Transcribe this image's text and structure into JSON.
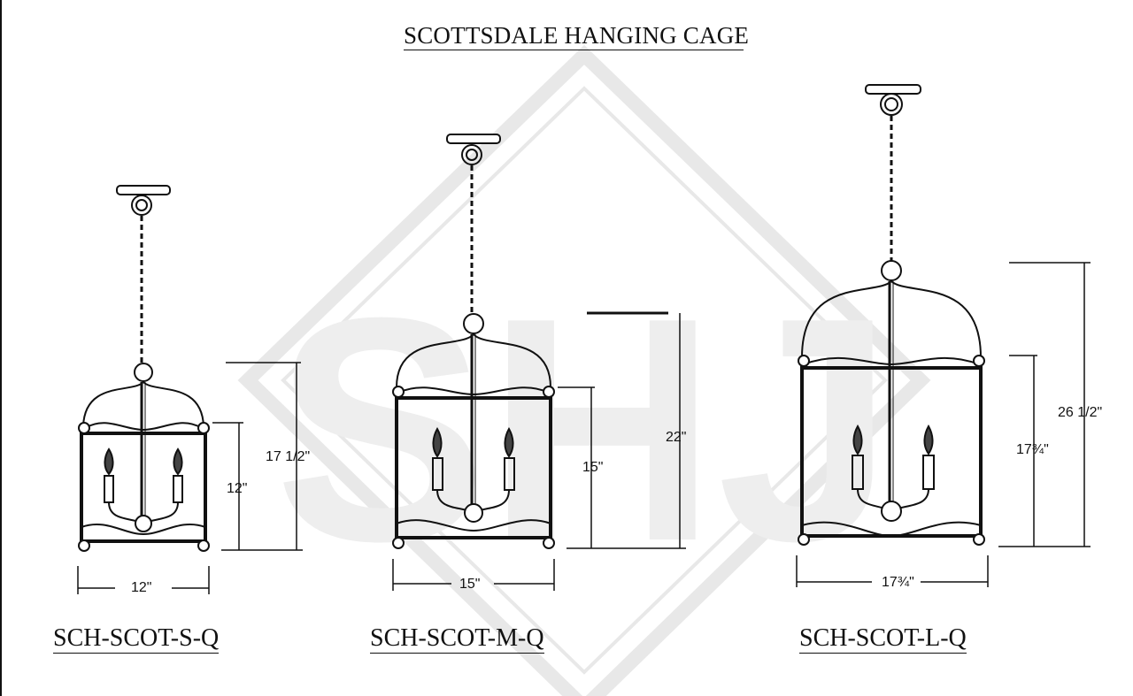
{
  "title": "SCOTTSDALE HANGING CAGE",
  "watermark": {
    "letters": "SHJ"
  },
  "colors": {
    "line": "#111111",
    "watermark": "#e9e9e9"
  },
  "models": [
    {
      "name": "SCH-SCOT-S-Q",
      "width_label": "12\"",
      "body_height_label": "12\"",
      "overall_height_label": "17  1/2\""
    },
    {
      "name": "SCH-SCOT-M-Q",
      "width_label": "15\"",
      "body_height_label": "15\"",
      "overall_height_label": "22\""
    },
    {
      "name": "SCH-SCOT-L-Q",
      "width_label": "17¾\"",
      "body_height_label": "17¾\"",
      "overall_height_label": "26  1/2\""
    }
  ]
}
